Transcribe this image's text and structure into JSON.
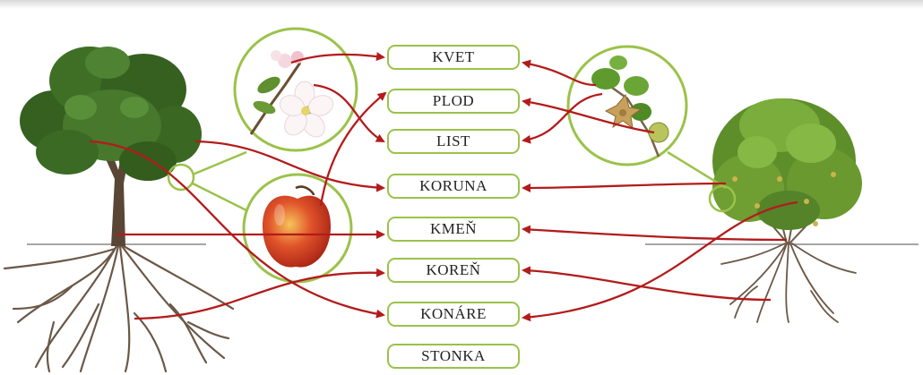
{
  "labels": [
    "KVET",
    "PLOD",
    "LIST",
    "KORUNA",
    "KMEŇ",
    "KOREŇ",
    "KONÁRE",
    "STONKA"
  ],
  "colors": {
    "arrow": "#b31b1b",
    "circle_outline": "#9bc24a",
    "label_border": "#9bc24a",
    "ground_line": "#777777",
    "apple_tree_foliage": "#3d6b24",
    "bush_foliage": "#6f9e33",
    "trunk": "#5a4634",
    "apple": "#d33a1e"
  },
  "left_image": "apple-tree-with-roots",
  "right_image": "gooseberry-bush-with-roots",
  "zoom_circles": [
    "apple-blossom-and-leaves",
    "apple-fruit",
    "gooseberry-flower-fruit-leaves"
  ]
}
